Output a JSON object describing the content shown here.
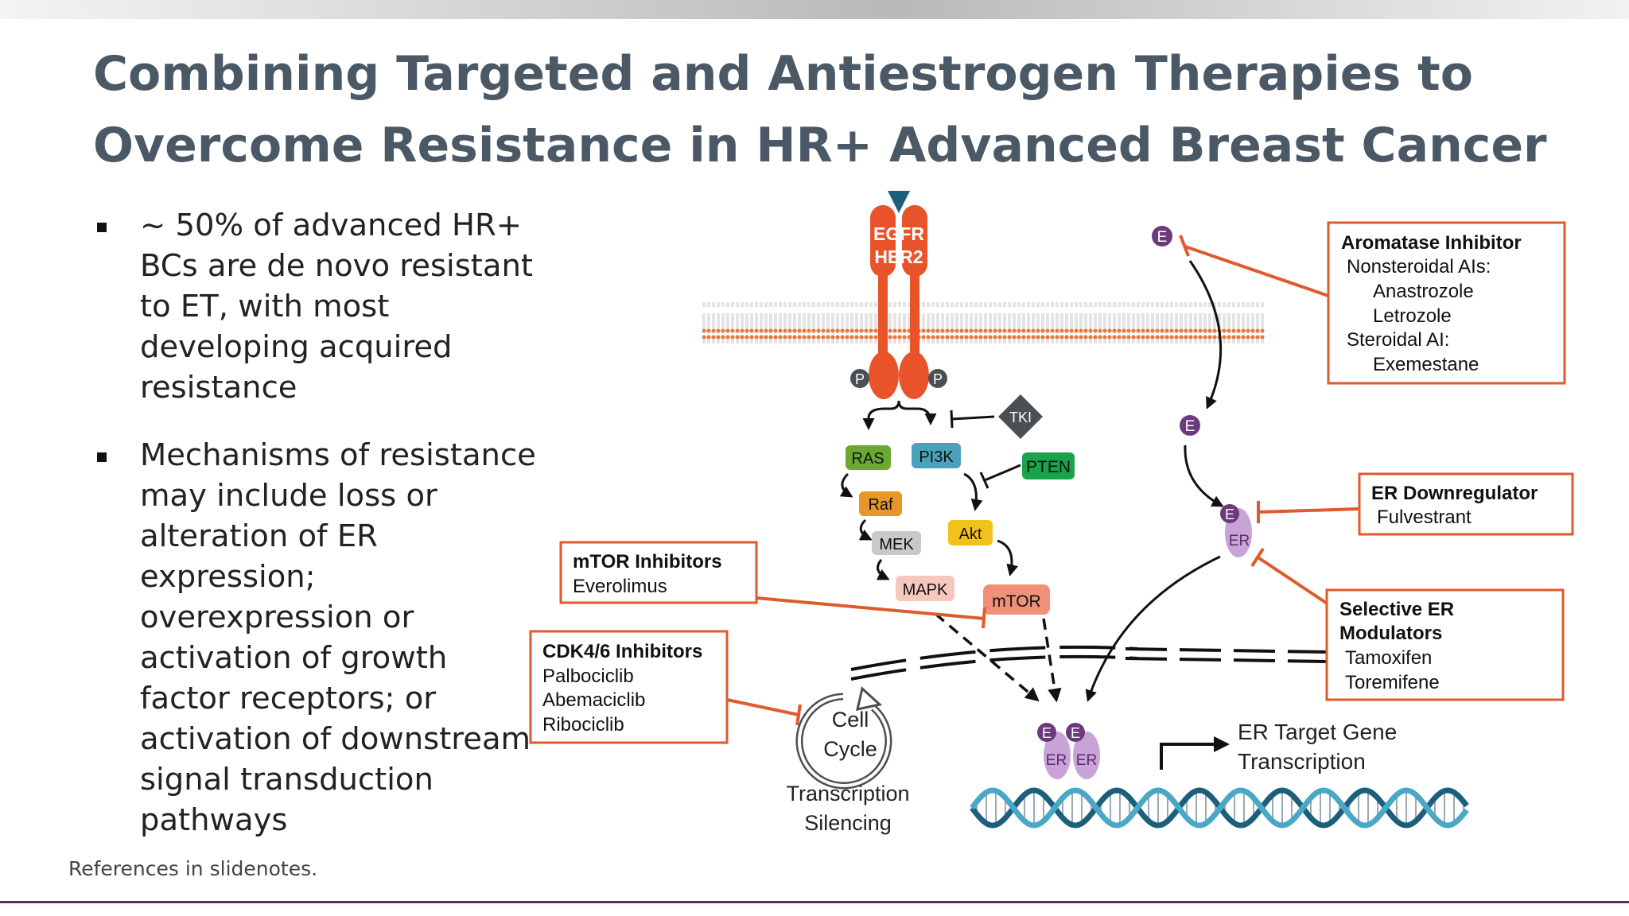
{
  "title": {
    "line1": "Combining Targeted and Antiestrogen Therapies to",
    "line2": "Overcome Resistance in HR+ Advanced Breast Cancer"
  },
  "bullets": [
    "~ 50% of advanced HR+ BCs are de novo resistant to ET, with most developing acquired resistance",
    "Mechanisms of resistance may include loss or alteration of ER expression; overexpression or activation of growth factor receptors; or activation of downstream signal transduction pathways"
  ],
  "references": "References in slidenotes.",
  "diagram": {
    "receptor": {
      "line1": "EGFR",
      "line2": "HER2"
    },
    "phospho": "P",
    "nodes": {
      "tki": "TKI",
      "ras": "RAS",
      "pi3k": "PI3K",
      "pten": "PTEN",
      "raf": "Raf",
      "mek": "MEK",
      "akt": "Akt",
      "mapk": "MAPK",
      "mtor": "mTOR"
    },
    "estrogen": "E",
    "er": "ER",
    "cell_cycle": {
      "line1": "Cell",
      "line2": "Cycle"
    },
    "silencing": {
      "line1": "Transcription",
      "line2": "Silencing"
    },
    "er_target": {
      "line1": "ER Target Gene",
      "line2": "Transcription"
    },
    "boxes": {
      "aromatase": {
        "title": "Aromatase Inhibitor",
        "l1": "Nonsteroidal AIs:",
        "l2": "Anastrozole",
        "l3": "Letrozole",
        "l4": "Steroidal AI:",
        "l5": "Exemestane"
      },
      "er_down": {
        "title": "ER Downregulator",
        "l1": "Fulvestrant"
      },
      "serm": {
        "title1": "Selective ER",
        "title2": "Modulators",
        "l1": "Tamoxifen",
        "l2": "Toremifene"
      },
      "mtor_inh": {
        "title": "mTOR Inhibitors",
        "l1": "Everolimus"
      },
      "cdk": {
        "title": "CDK4/6 Inhibitors",
        "l1": "Palbociclib",
        "l2": "Abemaciclib",
        "l3": "Ribociclib"
      }
    },
    "colors": {
      "receptor": "#e8532a",
      "inhibitor_line": "#e05a2b",
      "estrogen": "#6b3a7d",
      "er": "#c8a3d8",
      "ras": "#6aa832",
      "pi3k": "#4aa1bb",
      "pten": "#1aa34b",
      "raf": "#e8962a",
      "mek": "#c9c9c9",
      "akt": "#f2c21c",
      "mapk": "#f6c7bd",
      "mtor": "#f0907a",
      "tki": "#4a4f54",
      "dna_dark": "#1c5f7a",
      "dna_light": "#4aa7c6"
    }
  }
}
